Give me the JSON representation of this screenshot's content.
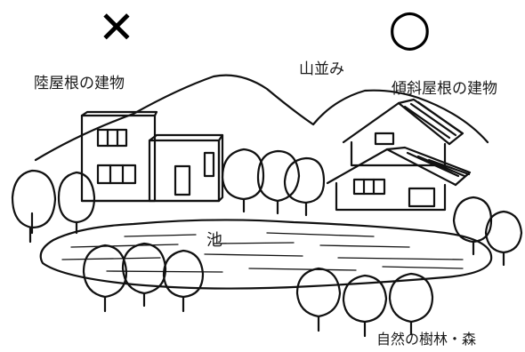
{
  "marks": {
    "bad": "✕",
    "good": "○"
  },
  "labels": {
    "flat_roof": "陸屋根の建物",
    "mountains": "山並み",
    "sloped_roof": "傾斜屋根の建物",
    "pond": "池",
    "woods": "自然の樹林・森"
  },
  "colors": {
    "ink": "#111111",
    "paper": "#ffffff"
  }
}
